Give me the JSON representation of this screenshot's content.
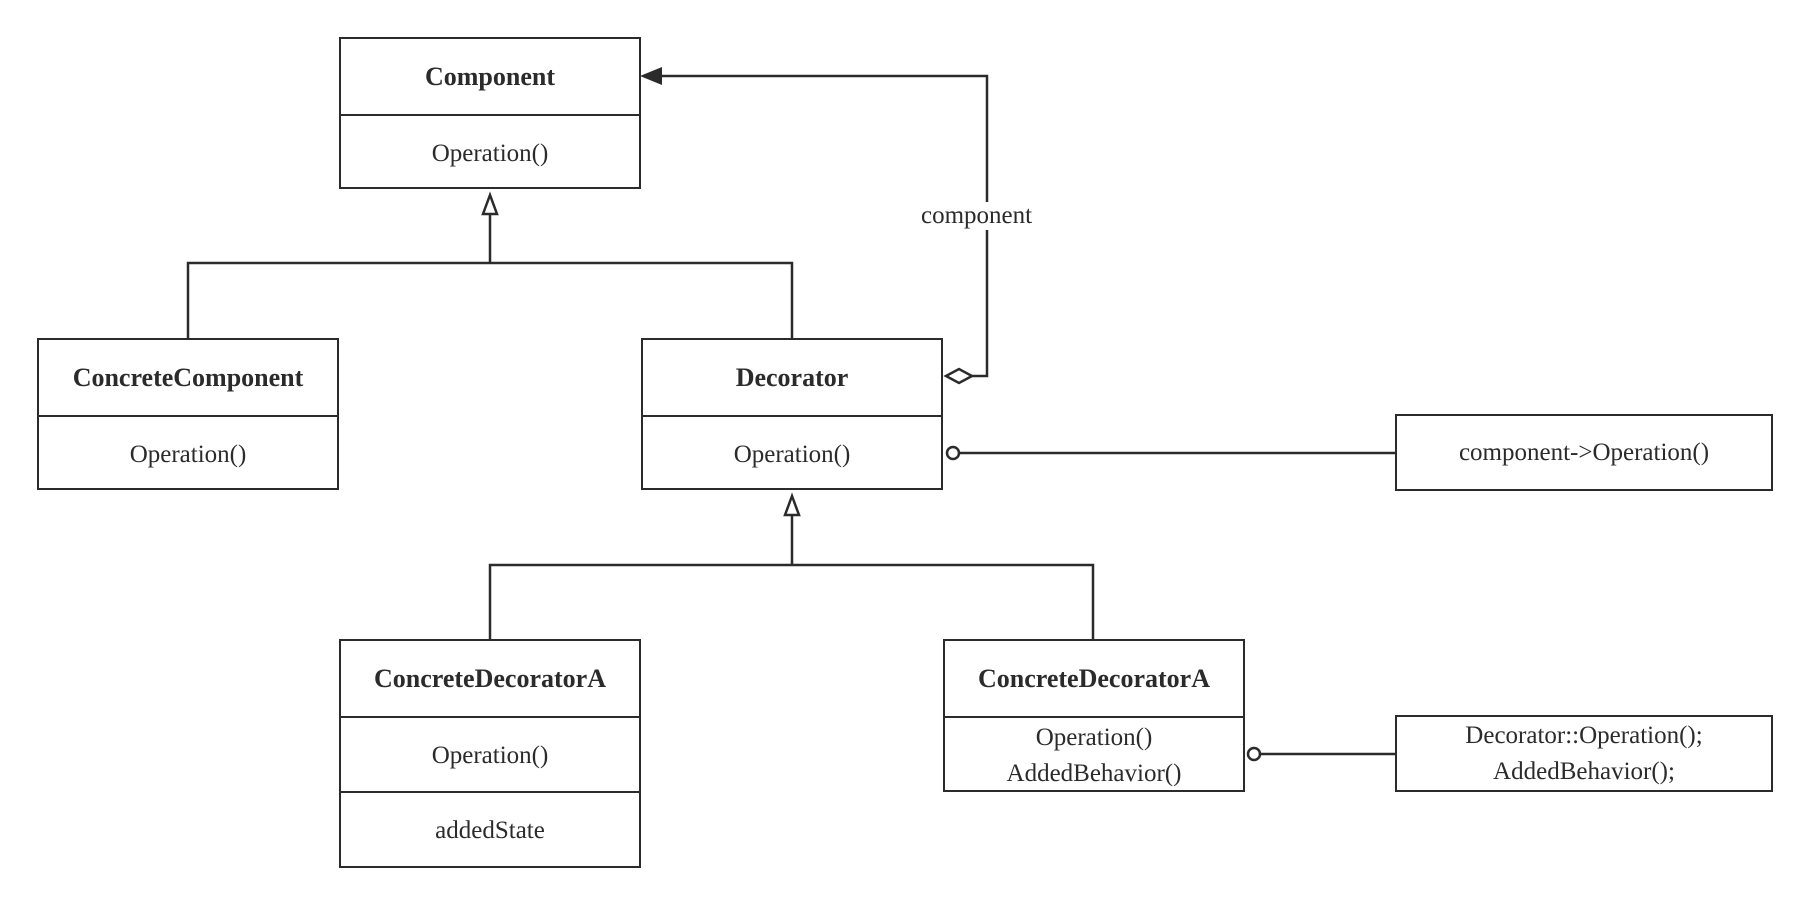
{
  "component": {
    "name": "Component",
    "method": "Operation()"
  },
  "concrete_component": {
    "name": "ConcreteComponent",
    "method": "Operation()"
  },
  "decorator": {
    "name": "Decorator",
    "method": "Operation()"
  },
  "decorator_note": {
    "text": "component->Operation()"
  },
  "association_label": "component",
  "concrete_decorator_a": {
    "name": "ConcreteDecoratorA",
    "method": "Operation()",
    "state": "addedState"
  },
  "concrete_decorator_b": {
    "name": "ConcreteDecoratorA",
    "methods": [
      "Operation()",
      "AddedBehavior()"
    ]
  },
  "decorator_b_note": {
    "lines": [
      "Decorator::Operation();",
      "AddedBehavior();"
    ]
  }
}
